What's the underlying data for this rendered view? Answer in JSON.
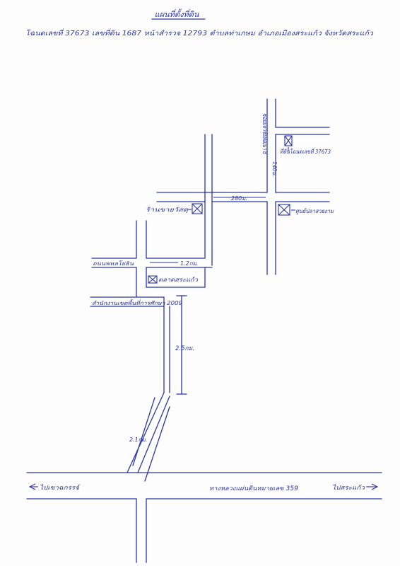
{
  "map": {
    "title": "แผนที่ตั้งที่ดิน",
    "subtitle": "โฉนดเลขที่ 37673 เลขที่ดิน 1687 หน้าสำรวจ 12793 ตำบลท่าเกษม อำเภอเมืองสระแก้ว จังหวัดสระแก้ว",
    "labels": {
      "soi_name": "ซอยมหาชัยพัฒนา 8",
      "distance_140m": "140ม.",
      "distance_280m": "280ม.",
      "distance_1_2km": "1.2กม.",
      "distance_2_5km": "2.5กม.",
      "distance_2_1km": "2.1กม.",
      "parcel": "ที่ดินโฉนดเลขที่ 37673",
      "landmark_concrete": "ร้านขายวัสดุ",
      "landmark_water": "ศูนย์ปลาสวยงาม",
      "road_chaiyaphon": "ถนนพหลโยธิน",
      "landmark_sakaeo": "ตลาดสระแก้ว",
      "office_sakaeo_2009": "สำนักงานเขตพื้นที่การศึกษา 2009",
      "highway": "ทางหลวงแผ่นดินหมายเลข 359",
      "to_left": "ไปเขาฉกรรจ์",
      "to_right": "ไปสระแก้ว"
    }
  }
}
